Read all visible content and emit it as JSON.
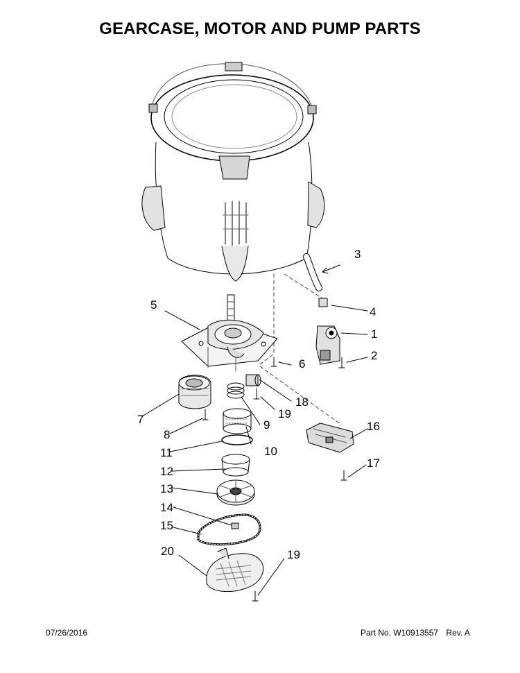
{
  "title": "GEARCASE, MOTOR AND PUMP PARTS",
  "footer": {
    "date": "07/26/2016",
    "part_no": "Part No.  W10913557",
    "rev": "Rev.  A"
  },
  "callouts": [
    "1",
    "2",
    "3",
    "4",
    "5",
    "6",
    "7",
    "8",
    "9",
    "10",
    "11",
    "12",
    "13",
    "14",
    "15",
    "16",
    "17",
    "18",
    "19",
    "20"
  ]
}
